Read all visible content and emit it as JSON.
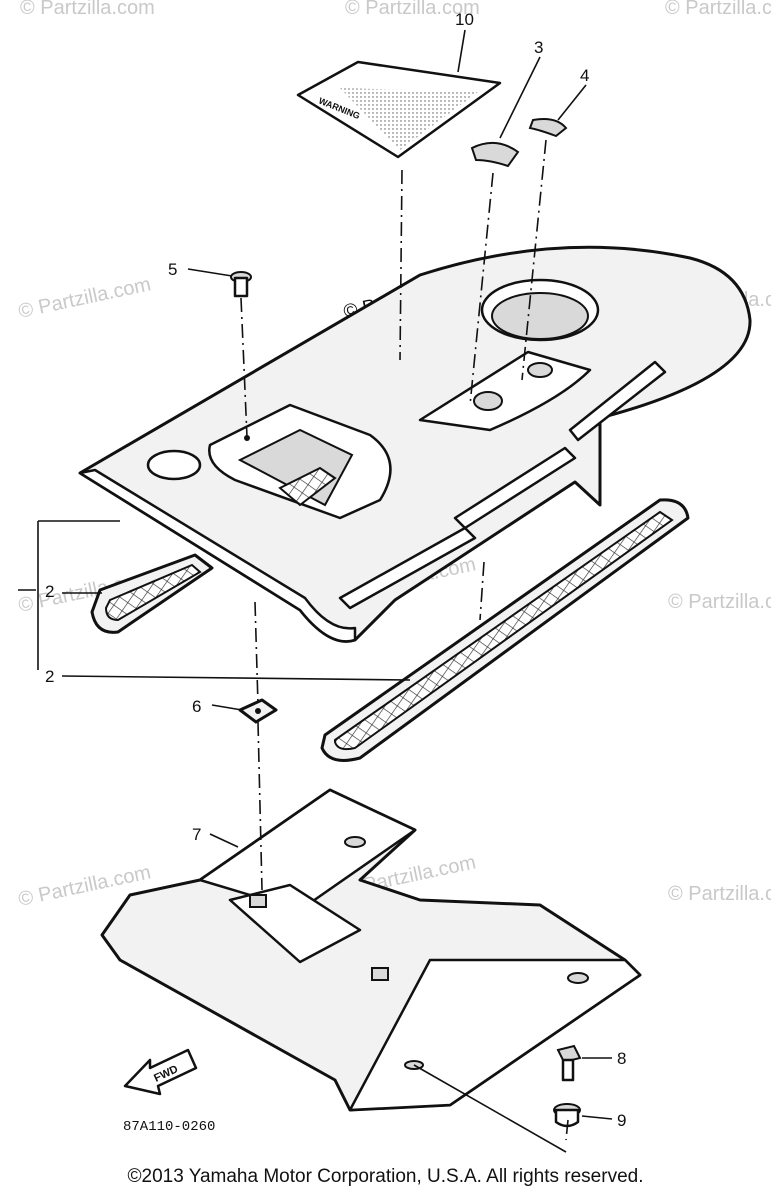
{
  "callouts": {
    "c10": "10",
    "c3": "3",
    "c4": "4",
    "c5": "5",
    "c2a": "2",
    "c2b": "2",
    "c6": "6",
    "c7": "7",
    "c8": "8",
    "c9": "9"
  },
  "decal_text": "WARNING",
  "fwd_label": "FWD",
  "diagram_code": "87A110-0260",
  "watermark": "© Partzilla.com",
  "copyright": "©2013 Yamaha Motor Corporation, U.S.A. All rights reserved."
}
